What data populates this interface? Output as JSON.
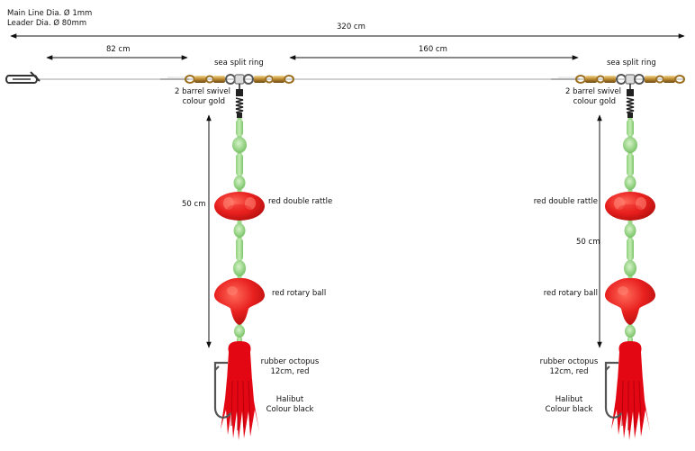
{
  "specs": {
    "main_line": "Main Line Dia. Ø 1mm",
    "leader": "Leader Dia. Ø 80mm"
  },
  "dimensions": {
    "total": "320 cm",
    "segment_left": "82 cm",
    "segment_right": "160 cm",
    "dropper_left": "50 cm",
    "dropper_right": "50 cm"
  },
  "rig_left": {
    "split_ring": "sea split ring",
    "swivel_1": "2 barrel swivel",
    "swivel_2": "colour gold",
    "rattle": "red double rattle",
    "rotary": "red rotary ball",
    "octopus_1": "rubber octopus",
    "octopus_2": "12cm, red",
    "hook_1": "Halibut",
    "hook_2": "Colour black"
  },
  "rig_right": {
    "split_ring": "sea split ring",
    "swivel_1": "2 barrel swivel",
    "swivel_2": "colour gold",
    "rattle": "red double rattle",
    "rotary": "red rotary ball",
    "octopus_1": "rubber octopus",
    "octopus_2": "12cm, red",
    "hook_1": "Halibut",
    "hook_2": "Colour black"
  },
  "colors": {
    "bead_green": "#a6dc94",
    "bead_green_dark": "#7cc56a",
    "rattle_red": "#e8201e",
    "octopus_red": "#e30613",
    "swivel_gold": "#b8862e",
    "line": "#999999",
    "dimension": "#111111"
  }
}
